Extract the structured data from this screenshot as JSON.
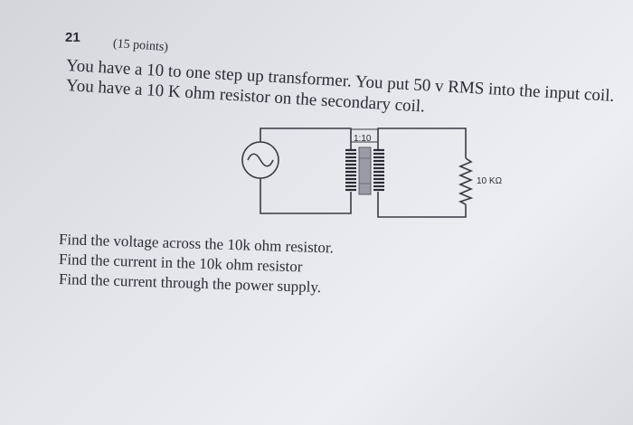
{
  "problem": {
    "number": "21",
    "points": "(15 points)",
    "line1": "You have a 10 to one step up transformer. You put 50 v RMS into the input coil.",
    "line2": "You have a 10 K ohm resistor on the secondary coil."
  },
  "circuit": {
    "turns_ratio": "1:10",
    "resistor_label": "10 KΩ"
  },
  "questions": [
    "Find the voltage across the 10k ohm resistor.",
    "Find the current in the 10k ohm resistor",
    "Find the current through the power supply."
  ]
}
